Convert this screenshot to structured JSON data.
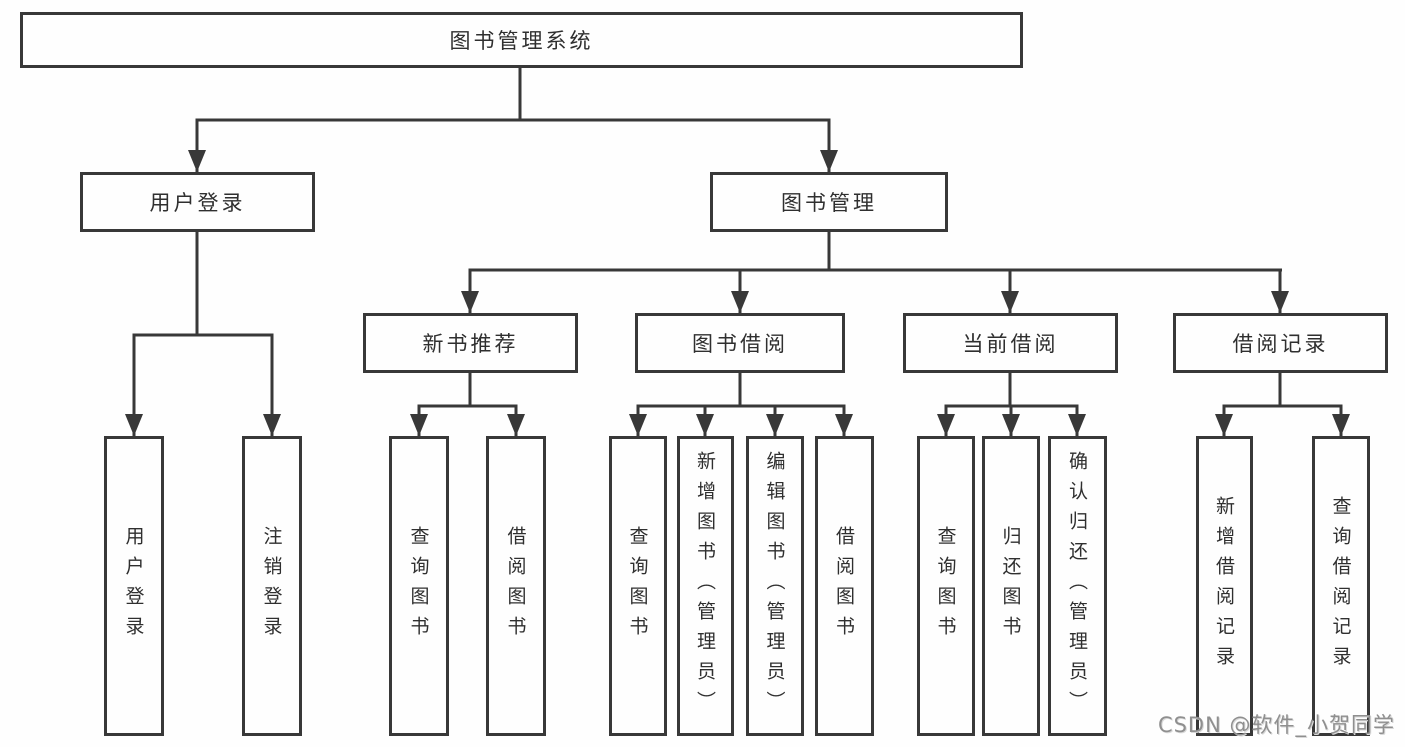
{
  "tree": {
    "label": "图书管理系统",
    "children": [
      {
        "label": "用户登录",
        "children": [
          {
            "label": "用户登录"
          },
          {
            "label": "注销登录"
          }
        ]
      },
      {
        "label": "图书管理",
        "children": [
          {
            "label": "新书推荐",
            "children": [
              {
                "label": "查询图书"
              },
              {
                "label": "借阅图书"
              }
            ]
          },
          {
            "label": "图书借阅",
            "children": [
              {
                "label": "查询图书"
              },
              {
                "label": "新增图书（管理员）"
              },
              {
                "label": "编辑图书（管理员）"
              },
              {
                "label": "借阅图书"
              }
            ]
          },
          {
            "label": "当前借阅",
            "children": [
              {
                "label": "查询图书"
              },
              {
                "label": "归还图书"
              },
              {
                "label": "确认归还（管理员）"
              }
            ]
          },
          {
            "label": "借阅记录",
            "children": [
              {
                "label": "新增借阅记录"
              },
              {
                "label": "查询借阅记录"
              }
            ]
          }
        ]
      }
    ]
  },
  "watermark": {
    "text": "CSDN @软件_小贺同学"
  },
  "colors": {
    "line": "#383838",
    "box_border": "#383838",
    "text": "#2f2f2f",
    "background": "#ffffff",
    "watermark": "#8f8f8f"
  }
}
